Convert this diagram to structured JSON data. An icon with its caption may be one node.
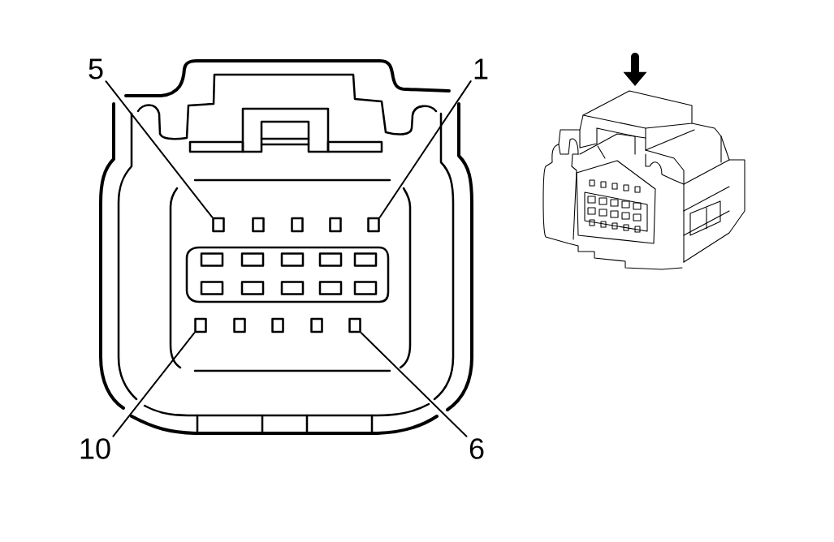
{
  "diagram": {
    "nodes": [
      {
        "text": [
          "5"
        ]
      },
      {
        "text": [
          "1"
        ]
      },
      {
        "text": [],
        "shape": "box"
      },
      {
        "text": [],
        "shape": "box"
      },
      {
        "text": [],
        "shape": "box"
      },
      {
        "text": [],
        "shape": "box"
      },
      {
        "text": [
          "10"
        ]
      },
      {
        "text": [
          "6"
        ]
      }
    ],
    "edges": [
      {
        "from": 0,
        "to": 2,
        "arrow": "none"
      },
      {
        "from": 1,
        "to": 3,
        "arrow": "none"
      },
      {
        "from": 6,
        "to": 4,
        "arrow": "none"
      },
      {
        "from": 7,
        "to": 5,
        "arrow": "none"
      }
    ]
  }
}
